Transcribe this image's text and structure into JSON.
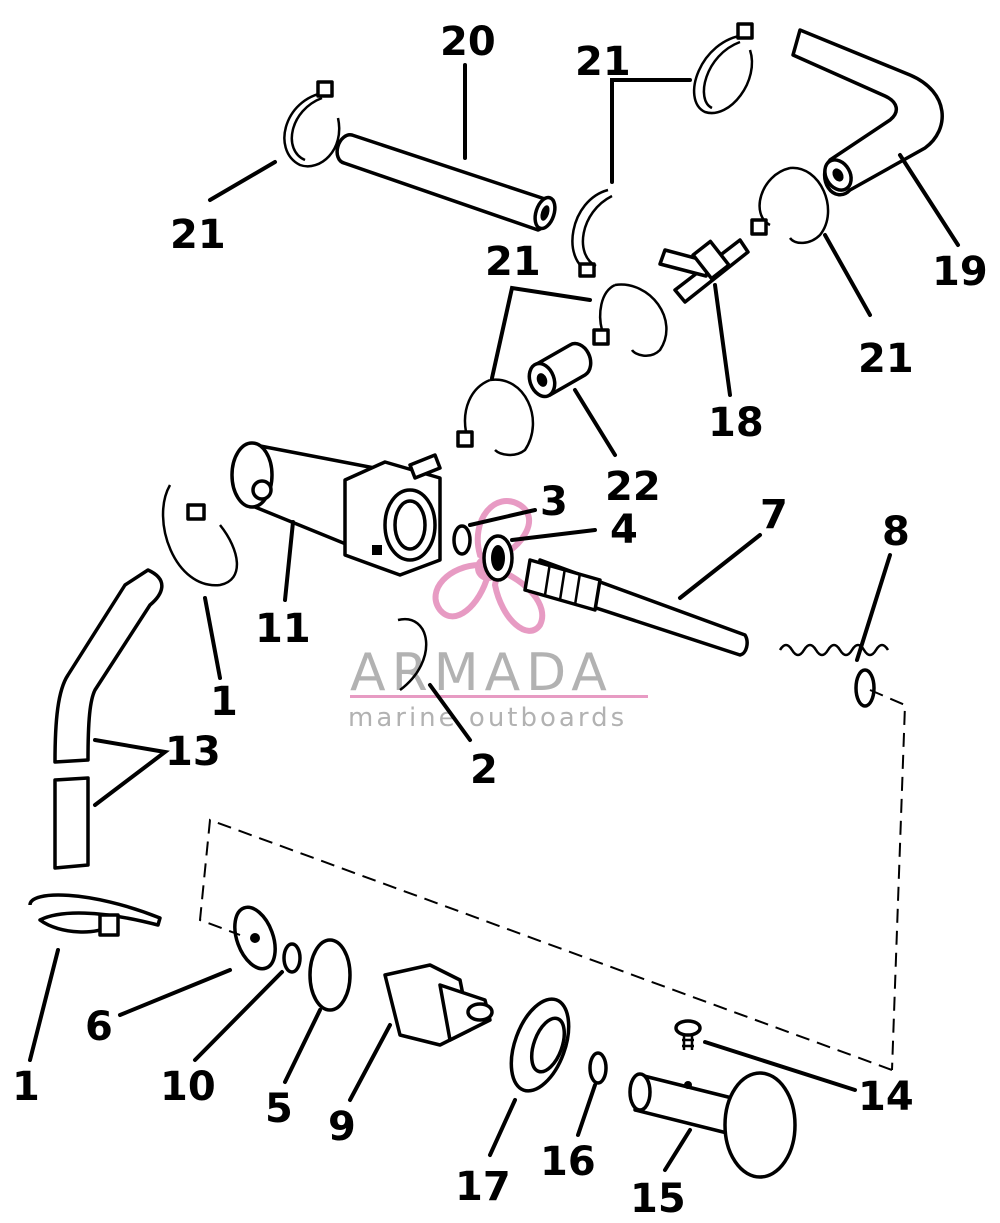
{
  "diagram": {
    "callouts": [
      {
        "id": "c20",
        "text": "20"
      },
      {
        "id": "c21a",
        "text": "21"
      },
      {
        "id": "c21b",
        "text": "21"
      },
      {
        "id": "c21c",
        "text": "21"
      },
      {
        "id": "c21d",
        "text": "21"
      },
      {
        "id": "c19",
        "text": "19"
      },
      {
        "id": "c18",
        "text": "18"
      },
      {
        "id": "c22",
        "text": "22"
      },
      {
        "id": "c3",
        "text": "3"
      },
      {
        "id": "c4",
        "text": "4"
      },
      {
        "id": "c7",
        "text": "7"
      },
      {
        "id": "c8",
        "text": "8"
      },
      {
        "id": "c11",
        "text": "11"
      },
      {
        "id": "c1a",
        "text": "1"
      },
      {
        "id": "c13",
        "text": "13"
      },
      {
        "id": "c2",
        "text": "2"
      },
      {
        "id": "c1b",
        "text": "1"
      },
      {
        "id": "c6",
        "text": "6"
      },
      {
        "id": "c10",
        "text": "10"
      },
      {
        "id": "c5",
        "text": "5"
      },
      {
        "id": "c9",
        "text": "9"
      },
      {
        "id": "c17",
        "text": "17"
      },
      {
        "id": "c16",
        "text": "16"
      },
      {
        "id": "c15",
        "text": "15"
      },
      {
        "id": "c14",
        "text": "14"
      }
    ]
  },
  "watermark": {
    "brand": "ARMADA",
    "tagline": "marine outboards",
    "colors": {
      "logo": "#e07ab0",
      "text": "#999999"
    }
  }
}
